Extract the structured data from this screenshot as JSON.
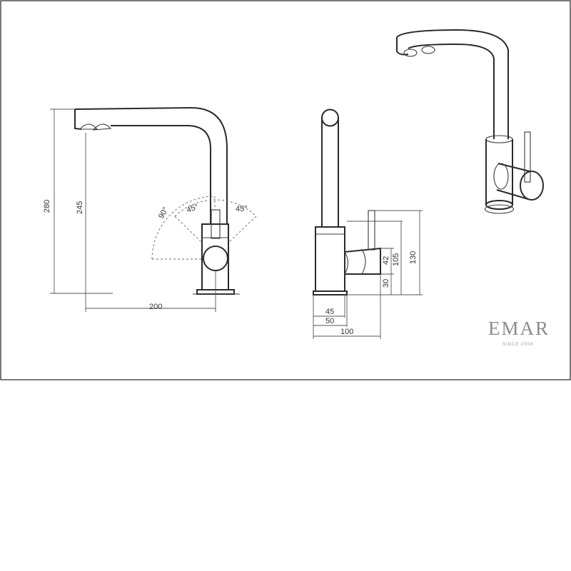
{
  "diagram": {
    "dimensions": {
      "total_height": "280",
      "spout_height": "245",
      "reach": "200",
      "swing_angle": "90°",
      "angle_left": "45°",
      "angle_right": "45°",
      "body_diameter": "45",
      "base_diameter": "50",
      "total_depth": "100",
      "handle_height": "42",
      "lever_height": "105",
      "overall_body_height": "130",
      "base_height": "30"
    }
  },
  "brand": {
    "name": "EMAR",
    "tagline": "SINCE 2008"
  }
}
